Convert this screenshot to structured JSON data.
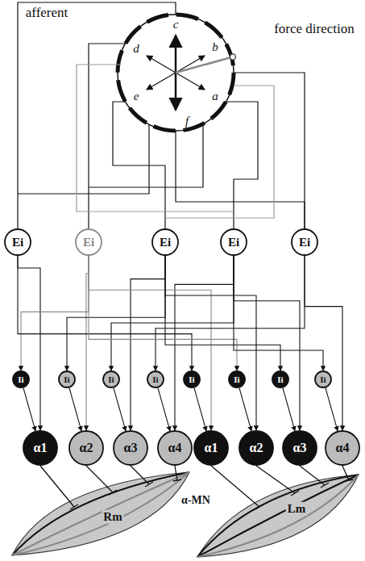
{
  "diagram": {
    "nodes": [
      {
        "text": [
          "Ei"
        ]
      },
      {
        "text": [
          "Ei"
        ]
      },
      {
        "text": [
          "Ei"
        ]
      },
      {
        "text": [
          "Ei"
        ]
      },
      {
        "text": [
          "Ei"
        ]
      },
      {
        "text": [
          "Ii"
        ]
      },
      {
        "text": [
          "Ii"
        ]
      },
      {
        "text": [
          "Ii"
        ]
      },
      {
        "text": [
          "Ii"
        ]
      },
      {
        "text": [
          "Ii"
        ]
      },
      {
        "text": [
          "Ii"
        ]
      },
      {
        "text": [
          "Ii"
        ]
      },
      {
        "text": [
          "Ii"
        ]
      },
      {
        "text": [
          "α1"
        ]
      },
      {
        "text": [
          "α2"
        ]
      },
      {
        "text": [
          "α3"
        ]
      },
      {
        "text": [
          "α4"
        ]
      },
      {
        "text": [
          "α1"
        ]
      },
      {
        "text": [
          "α2"
        ]
      },
      {
        "text": [
          "α3"
        ]
      },
      {
        "text": [
          "α4"
        ]
      }
    ],
    "edges": [
      {
        "from": 0,
        "to": 13,
        "arrow": "to"
      },
      {
        "from": 1,
        "to": 14,
        "arrow": "to"
      },
      {
        "from": 2,
        "to": 15,
        "arrow": "to"
      },
      {
        "from": 3,
        "to": 16,
        "arrow": "to"
      },
      {
        "from": 1,
        "to": 17,
        "arrow": "to"
      },
      {
        "from": 2,
        "to": 18,
        "arrow": "to"
      },
      {
        "from": 3,
        "to": 19,
        "arrow": "to"
      },
      {
        "from": 4,
        "to": 20,
        "arrow": "to"
      },
      {
        "from": 1,
        "to": 5,
        "arrow": "to"
      },
      {
        "from": 2,
        "to": 6,
        "arrow": "to"
      },
      {
        "from": 3,
        "to": 7,
        "arrow": "to"
      },
      {
        "from": 4,
        "to": 8,
        "arrow": "to"
      },
      {
        "from": 0,
        "to": 9,
        "arrow": "to"
      },
      {
        "from": 1,
        "to": 10,
        "arrow": "to"
      },
      {
        "from": 2,
        "to": 11,
        "arrow": "to"
      },
      {
        "from": 3,
        "to": 12,
        "arrow": "to"
      },
      {
        "from": 5,
        "to": 13,
        "arrow": "to"
      },
      {
        "from": 6,
        "to": 14,
        "arrow": "to"
      },
      {
        "from": 7,
        "to": 15,
        "arrow": "to"
      },
      {
        "from": 8,
        "to": 16,
        "arrow": "to"
      },
      {
        "from": 9,
        "to": 17,
        "arrow": "to"
      },
      {
        "from": 10,
        "to": 18,
        "arrow": "to"
      },
      {
        "from": 11,
        "to": 19,
        "arrow": "to"
      },
      {
        "from": 12,
        "to": 20,
        "arrow": "to"
      }
    ],
    "labels": [
      "afferent",
      "c",
      "force direction",
      "d",
      "b",
      "e",
      "a",
      "f",
      "α-MN",
      "Rm",
      "Lm"
    ]
  }
}
